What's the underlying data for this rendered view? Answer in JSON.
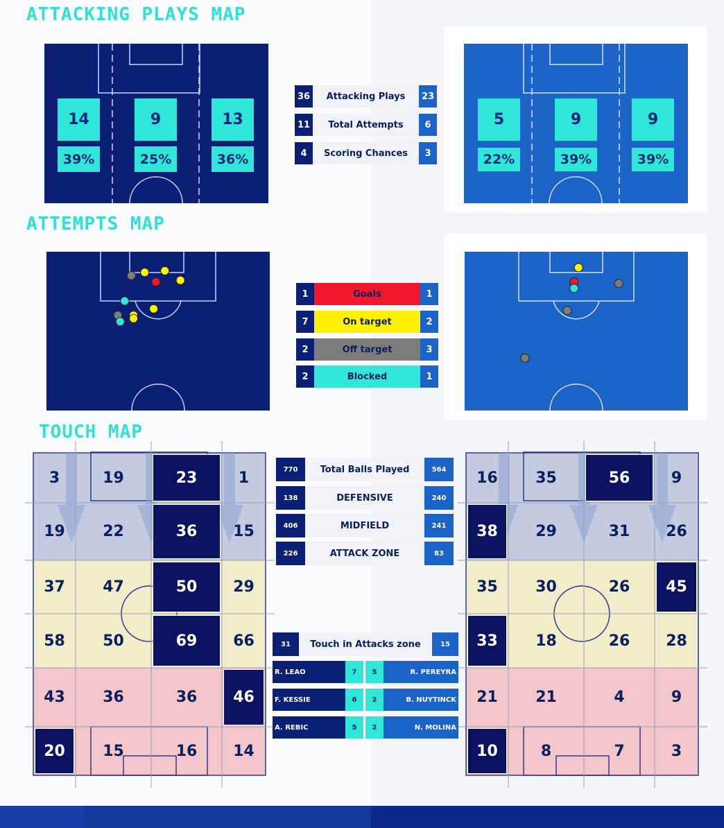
{
  "titles": {
    "attacking": "ATTACKING PLAYS MAP",
    "attempts": "ATTEMPTS MAP",
    "touch": "TOUCH MAP"
  },
  "colors": {
    "home_pitch": "#0b2075",
    "away_pitch": "#1c63c8",
    "accent": "#2fe6d8",
    "goal": "#f0182c",
    "on_target": "#fff200",
    "off_target": "#7c7c7c",
    "blocked": "#2fe6d8"
  },
  "attacking_map": {
    "home": {
      "zones": [
        {
          "count": "14",
          "pct": "39%"
        },
        {
          "count": "9",
          "pct": "25%"
        },
        {
          "count": "13",
          "pct": "36%"
        }
      ]
    },
    "away": {
      "zones": [
        {
          "count": "5",
          "pct": "22%"
        },
        {
          "count": "9",
          "pct": "39%"
        },
        {
          "count": "9",
          "pct": "39%"
        }
      ]
    },
    "stats": [
      {
        "home": "36",
        "label": "Attacking Plays",
        "away": "23"
      },
      {
        "home": "11",
        "label": "Total Attempts",
        "away": "6"
      },
      {
        "home": "4",
        "label": "Scoring Chances",
        "away": "3"
      }
    ]
  },
  "attempts_map": {
    "legend": [
      {
        "home": "1",
        "label": "Goals",
        "away": "1",
        "type": "goal"
      },
      {
        "home": "7",
        "label": "On target",
        "away": "2",
        "type": "on_target"
      },
      {
        "home": "2",
        "label": "Off target",
        "away": "3",
        "type": "off_target"
      },
      {
        "home": "2",
        "label": "Blocked",
        "away": "1",
        "type": "blocked"
      }
    ]
  },
  "touch_map": {
    "stats": [
      {
        "home": "770",
        "label": "Total Balls Played",
        "away": "564"
      },
      {
        "home": "138",
        "label": "DEFENSIVE",
        "away": "240"
      },
      {
        "home": "406",
        "label": "MIDFIELD",
        "away": "241"
      },
      {
        "home": "226",
        "label": "ATTACK ZONE",
        "away": "83"
      }
    ],
    "attack_zone": {
      "home": "31",
      "label": "Touch in Attacks zone",
      "away": "15"
    },
    "players": [
      {
        "home_name": "R. LEAO",
        "home_val": "7",
        "away_val": "5",
        "away_name": "R. PEREYRA"
      },
      {
        "home_name": "F. KESSIE",
        "home_val": "6",
        "away_val": "2",
        "away_name": "B. NUYTINCK"
      },
      {
        "home_name": "A. REBIC",
        "home_val": "5",
        "away_val": "2",
        "away_name": "N. MOLINA"
      }
    ]
  },
  "chart_data": [
    {
      "type": "heatmap",
      "title": "TOUCH MAP",
      "team": "home",
      "rows": [
        [
          "3",
          "19",
          "23",
          "1"
        ],
        [
          "19",
          "22",
          "36",
          "15"
        ],
        [
          "37",
          "47",
          "50",
          "29"
        ],
        [
          "58",
          "50",
          "69",
          "66"
        ],
        [
          "43",
          "36",
          "36",
          "46"
        ],
        [
          "20",
          "15",
          "16",
          "14"
        ]
      ],
      "highlighted": [
        [
          0,
          2
        ],
        [
          1,
          2
        ],
        [
          2,
          2
        ],
        [
          3,
          2
        ],
        [
          4,
          3
        ],
        [
          5,
          0
        ]
      ]
    },
    {
      "type": "heatmap",
      "title": "TOUCH MAP",
      "team": "away",
      "rows": [
        [
          "16",
          "35",
          "56",
          "9"
        ],
        [
          "38",
          "29",
          "31",
          "26"
        ],
        [
          "35",
          "30",
          "26",
          "45"
        ],
        [
          "33",
          "18",
          "26",
          "28"
        ],
        [
          "21",
          "21",
          "4",
          "9"
        ],
        [
          "10",
          "8",
          "7",
          "3"
        ]
      ],
      "highlighted": [
        [
          0,
          2
        ],
        [
          1,
          0
        ],
        [
          2,
          3
        ],
        [
          3,
          0
        ],
        [
          5,
          0
        ]
      ]
    },
    {
      "type": "scatter",
      "title": "ATTEMPTS MAP",
      "team": "home",
      "points": [
        {
          "x": 0.38,
          "y": 0.15,
          "type": "off_target"
        },
        {
          "x": 0.44,
          "y": 0.13,
          "type": "on_target"
        },
        {
          "x": 0.53,
          "y": 0.12,
          "type": "on_target"
        },
        {
          "x": 0.49,
          "y": 0.19,
          "type": "goal"
        },
        {
          "x": 0.6,
          "y": 0.18,
          "type": "on_target"
        },
        {
          "x": 0.35,
          "y": 0.31,
          "type": "blocked"
        },
        {
          "x": 0.48,
          "y": 0.36,
          "type": "on_target"
        },
        {
          "x": 0.32,
          "y": 0.4,
          "type": "off_target"
        },
        {
          "x": 0.39,
          "y": 0.4,
          "type": "on_target"
        },
        {
          "x": 0.39,
          "y": 0.42,
          "type": "on_target"
        },
        {
          "x": 0.33,
          "y": 0.44,
          "type": "blocked"
        }
      ]
    },
    {
      "type": "scatter",
      "title": "ATTEMPTS MAP",
      "team": "away",
      "points": [
        {
          "x": 0.51,
          "y": 0.1,
          "type": "on_target"
        },
        {
          "x": 0.49,
          "y": 0.19,
          "type": "goal"
        },
        {
          "x": 0.49,
          "y": 0.23,
          "type": "blocked"
        },
        {
          "x": 0.69,
          "y": 0.2,
          "type": "off_target"
        },
        {
          "x": 0.46,
          "y": 0.37,
          "type": "off_target"
        },
        {
          "x": 0.27,
          "y": 0.67,
          "type": "off_target"
        }
      ]
    }
  ]
}
